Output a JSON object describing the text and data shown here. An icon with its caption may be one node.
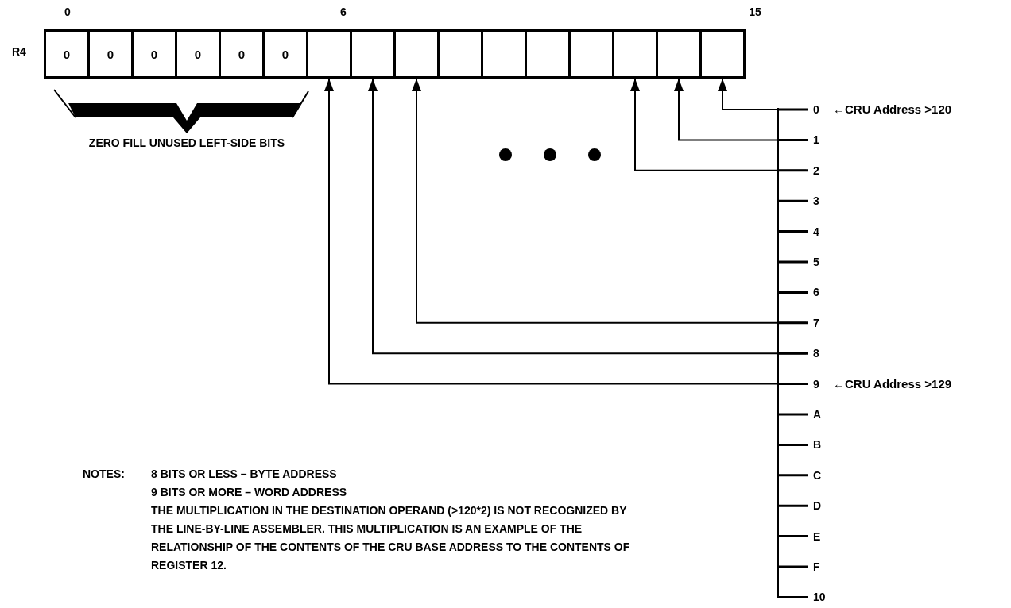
{
  "diagram": {
    "nodes": [
      {
        "text": [
          "R4"
        ]
      },
      {
        "text": [
          "0"
        ],
        "in": 0
      },
      {
        "text": [
          "0"
        ],
        "in": 0
      },
      {
        "text": [
          "0"
        ],
        "in": 0
      },
      {
        "text": [
          "0"
        ],
        "in": 0
      },
      {
        "text": [
          "0"
        ],
        "in": 0
      },
      {
        "text": [
          "0"
        ],
        "in": 0
      },
      {
        "text": [],
        "shape": "box",
        "in": 0
      },
      {
        "text": [],
        "shape": "box",
        "in": 0
      },
      {
        "text": [],
        "shape": "box",
        "in": 0
      },
      {
        "text": [],
        "shape": "box",
        "in": 0
      },
      {
        "text": [],
        "shape": "box",
        "in": 0
      },
      {
        "text": [],
        "shape": "box",
        "in": 0
      },
      {
        "text": [],
        "shape": "box",
        "in": 0
      },
      {
        "text": [],
        "shape": "box",
        "in": 0
      },
      {
        "text": [],
        "shape": "box",
        "in": 0
      },
      {
        "text": [],
        "shape": "box",
        "in": 0
      },
      {
        "text": [],
        "shape": "bar"
      },
      {
        "text": [
          "0"
        ],
        "beside": [
          "←CRU Address >120"
        ]
      },
      {
        "text": [
          "1"
        ]
      },
      {
        "text": [
          "2"
        ]
      },
      {
        "text": [
          "3"
        ]
      },
      {
        "text": [
          "4"
        ]
      },
      {
        "text": [
          "5"
        ]
      },
      {
        "text": [
          "6"
        ]
      },
      {
        "text": [
          "7"
        ]
      },
      {
        "text": [
          "8"
        ]
      },
      {
        "text": [
          "9"
        ],
        "beside": [
          "←CRU Address >129"
        ]
      },
      {
        "text": [
          "A"
        ]
      },
      {
        "text": [
          "B"
        ]
      },
      {
        "text": [
          "C"
        ]
      },
      {
        "text": [
          "D"
        ]
      },
      {
        "text": [
          "E"
        ]
      },
      {
        "text": [
          "F"
        ]
      },
      {
        "text": [
          "10"
        ]
      }
    ],
    "edges": [
      {
        "from": 18,
        "to": 16,
        "arrow": "to"
      },
      {
        "from": 19,
        "to": 15,
        "arrow": "to"
      },
      {
        "from": 20,
        "to": 14,
        "arrow": "to"
      },
      {
        "from": 25,
        "to": 9,
        "arrow": "to"
      },
      {
        "from": 26,
        "to": 8,
        "arrow": "to"
      },
      {
        "from": 27,
        "to": 7,
        "arrow": "to"
      },
      {
        "from": 17,
        "to": 18,
        "arrow": "none"
      },
      {
        "from": 17,
        "to": 19,
        "arrow": "none"
      },
      {
        "from": 17,
        "to": 20,
        "arrow": "none"
      },
      {
        "from": 17,
        "to": 21,
        "arrow": "none"
      },
      {
        "from": 17,
        "to": 22,
        "arrow": "none"
      },
      {
        "from": 17,
        "to": 23,
        "arrow": "none"
      },
      {
        "from": 17,
        "to": 24,
        "arrow": "none"
      },
      {
        "from": 17,
        "to": 25,
        "arrow": "none"
      },
      {
        "from": 17,
        "to": 26,
        "arrow": "none"
      },
      {
        "from": 17,
        "to": 27,
        "arrow": "none"
      },
      {
        "from": 17,
        "to": 28,
        "arrow": "none"
      },
      {
        "from": 17,
        "to": 29,
        "arrow": "none"
      },
      {
        "from": 17,
        "to": 30,
        "arrow": "none"
      },
      {
        "from": 17,
        "to": 31,
        "arrow": "none"
      },
      {
        "from": 17,
        "to": 32,
        "arrow": "none"
      },
      {
        "from": 17,
        "to": 33,
        "arrow": "none"
      },
      {
        "from": 17,
        "to": 34,
        "arrow": "none"
      }
    ],
    "labels": [
      "0",
      "6",
      "15",
      "ZERO FILL UNUSED LEFT-SIDE BITS",
      "NOTES:",
      "8 BITS OR LESS – BYTE ADDRESS",
      "9 BITS OR MORE – WORD ADDRESS",
      "THE MULTIPLICATION IN THE DESTINATION OPERAND (>120*2) IS NOT RECOGNIZED BY THE LINE-BY-LINE ASSEMBLER. THIS MULTIPLICATION IS AN EXAMPLE OF THE RELATIONSHIP OF THE CONTENTS OF THE CRU BASE ADDRESS TO THE CONTENTS OF REGISTER 12."
    ]
  }
}
